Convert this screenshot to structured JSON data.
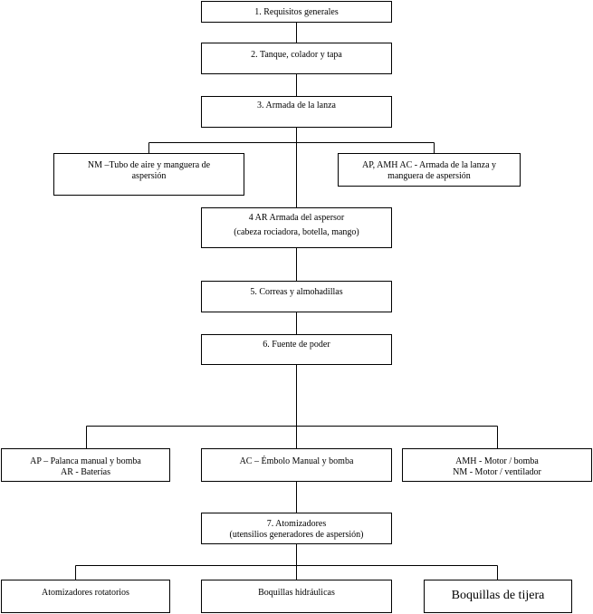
{
  "nodes": {
    "n1": {
      "text": "1. Requisitos generales"
    },
    "n2": {
      "text": "2. Tanque, colador y tapa"
    },
    "n3": {
      "text": "3. Armada de la lanza"
    },
    "nm_tubo": {
      "text": "NM –Tubo de aire y manguera de\naspersión"
    },
    "ap_amh_ac": {
      "text": "AP, AMH AC - Armada de la lanza y\nmanguera de aspersión"
    },
    "n4": {
      "line1": "4 AR Armada del aspersor",
      "line2": "(cabeza rociadora, botella, mango)"
    },
    "n5": {
      "text": "5.  Correas y almohadillas"
    },
    "n6": {
      "text": "6.  Fuente de poder"
    },
    "ap_ar": {
      "text": "AP – Palanca manual y bomba\nAR - Baterías"
    },
    "ac": {
      "text": "AC – Émbolo Manual y bomba"
    },
    "amh_nm": {
      "text": "AMH - Motor / bomba\nNM - Motor / ventilador"
    },
    "n7": {
      "text": "7. Atomizadores\n(utensilios generadores de aspersión)"
    },
    "rot": {
      "text": "Atomizadores rotatorios"
    },
    "hid": {
      "text": "Boquillas hidráulicas"
    },
    "tij": {
      "text": "Boquillas de tijera"
    }
  }
}
